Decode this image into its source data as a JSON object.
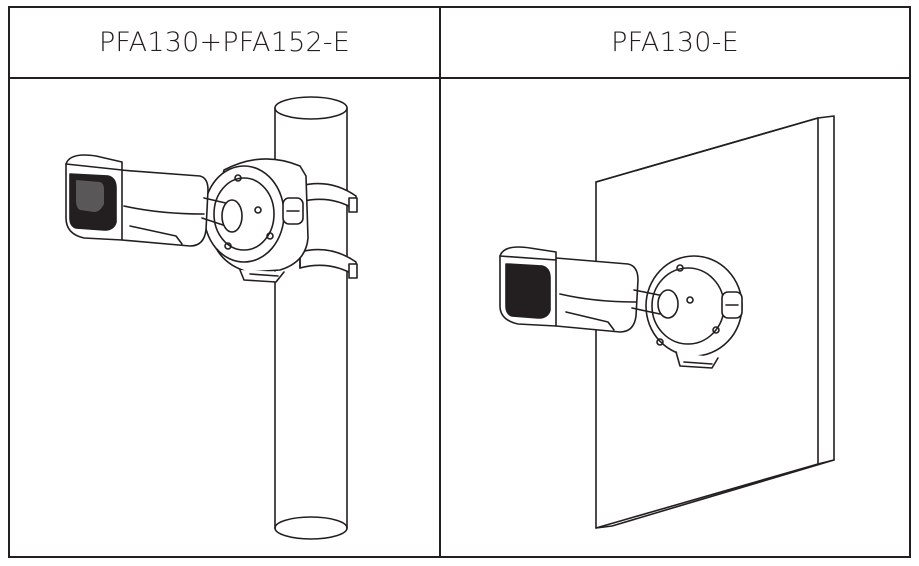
{
  "table": {
    "columns": [
      {
        "header": "PFA130+PFA152-E",
        "illustration": "camera-pole-mount"
      },
      {
        "header": "PFA130-E",
        "illustration": "camera-wall-mount"
      }
    ]
  },
  "colors": {
    "line": "#231f20",
    "background": "#ffffff"
  }
}
